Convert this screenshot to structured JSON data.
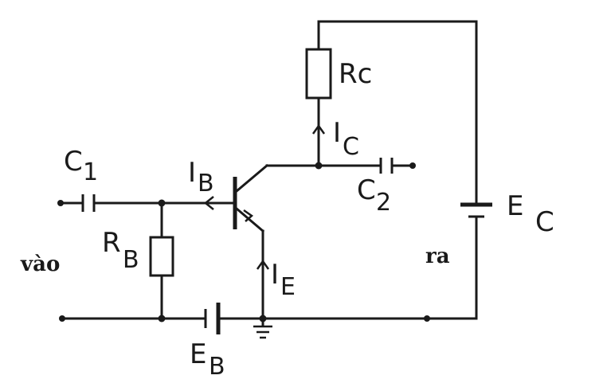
{
  "labels": {
    "c1": "C",
    "c1_sub": "1",
    "c2": "C",
    "c2_sub": "2",
    "rc": "Rc",
    "ic": "I",
    "ic_sub": "C",
    "ib": "I",
    "ib_sub": "B",
    "ie": "I",
    "ie_sub": "E",
    "rb": "R",
    "rb_sub": "B",
    "ec": "E",
    "ec_sub": "C",
    "eb": "E",
    "eb_sub": "B",
    "input": "vào",
    "output": "ra"
  }
}
